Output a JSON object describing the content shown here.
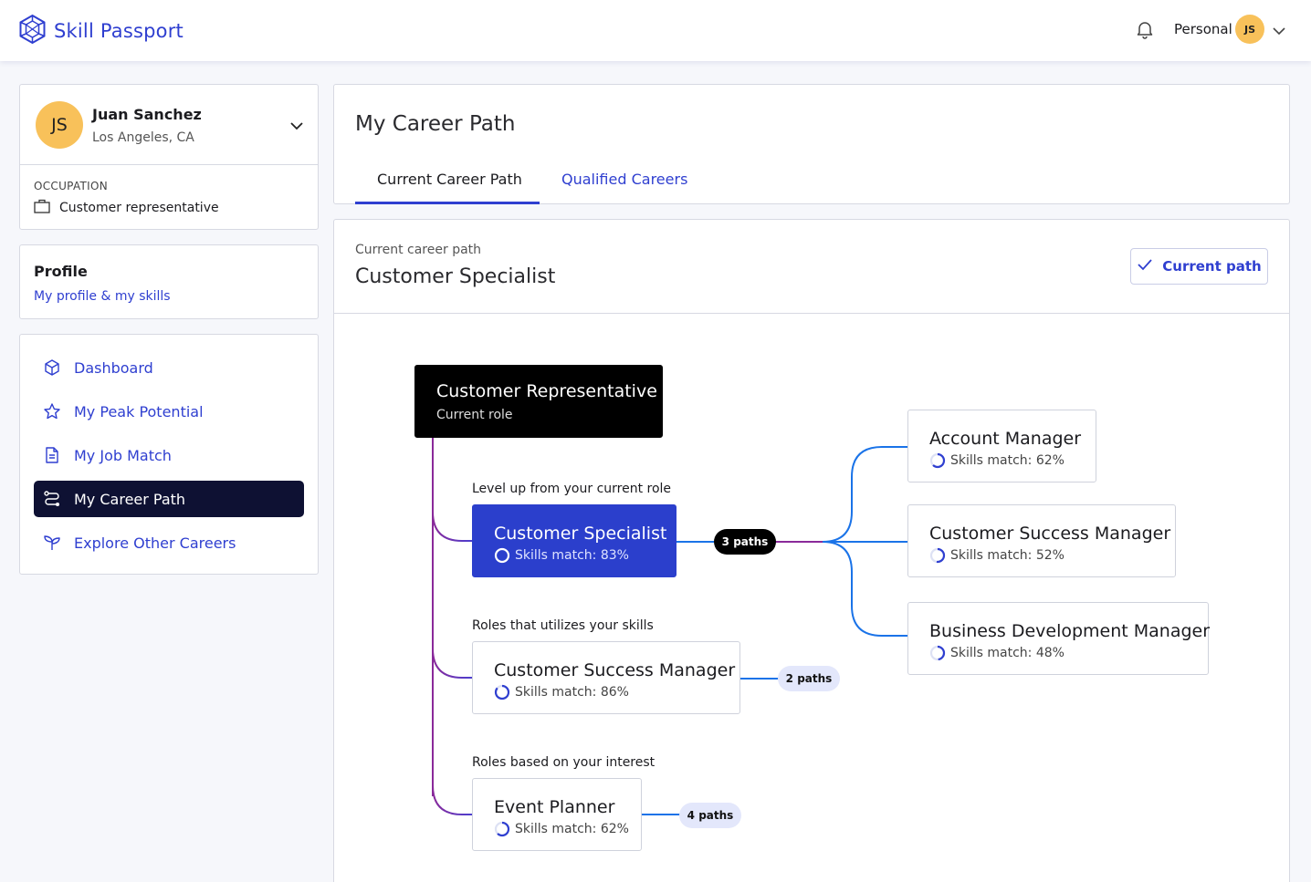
{
  "app": {
    "name": "Skill Passport"
  },
  "header": {
    "account_label": "Personal",
    "avatar_initials": "JS"
  },
  "user": {
    "initials": "JS",
    "name": "Juan Sanchez",
    "location": "Los Angeles, CA",
    "occupation_label": "OCCUPATION",
    "occupation": "Customer representative"
  },
  "profile": {
    "title": "Profile",
    "link": "My profile & my skills"
  },
  "nav": {
    "items": [
      {
        "label": "Dashboard",
        "icon": "cube-icon"
      },
      {
        "label": "My Peak Potential",
        "icon": "star-icon"
      },
      {
        "label": "My Job Match",
        "icon": "document-icon"
      },
      {
        "label": "My Career Path",
        "icon": "path-icon",
        "active": true
      },
      {
        "label": "Explore Other Careers",
        "icon": "sprout-icon"
      }
    ]
  },
  "page": {
    "title": "My Career Path",
    "tabs": [
      "Current Career Path",
      "Qualified Careers"
    ]
  },
  "career": {
    "label": "Current career path",
    "title": "Customer Specialist",
    "button": "Current path",
    "current": {
      "title": "Customer Representative",
      "subtitle": "Current role"
    },
    "groups": [
      {
        "label": "Level up from your current role",
        "role": "Customer Specialist",
        "match": "Skills match: 83%",
        "match_pct": 83,
        "paths": "3 paths"
      },
      {
        "label": "Roles that utilizes your skills",
        "role": "Customer Success Manager",
        "match": "Skills match: 86%",
        "match_pct": 86,
        "paths": "2 paths"
      },
      {
        "label": "Roles based on your interest",
        "role": "Event Planner",
        "match": "Skills match: 62%",
        "match_pct": 62,
        "paths": "4 paths"
      }
    ],
    "next_roles": [
      {
        "role": "Account Manager",
        "match": "Skills match: 62%",
        "match_pct": 62
      },
      {
        "role": "Customer Success Manager",
        "match": "Skills match: 52%",
        "match_pct": 52
      },
      {
        "role": "Business Development Manager",
        "match": "Skills match: 48%",
        "match_pct": 48
      }
    ]
  },
  "colors": {
    "accent": "#2f3fd0",
    "active_nav": "#0e1133",
    "avatar": "#f8c15a",
    "line_blue": "#1a73e8",
    "line_purple": "#8a2a9a"
  }
}
